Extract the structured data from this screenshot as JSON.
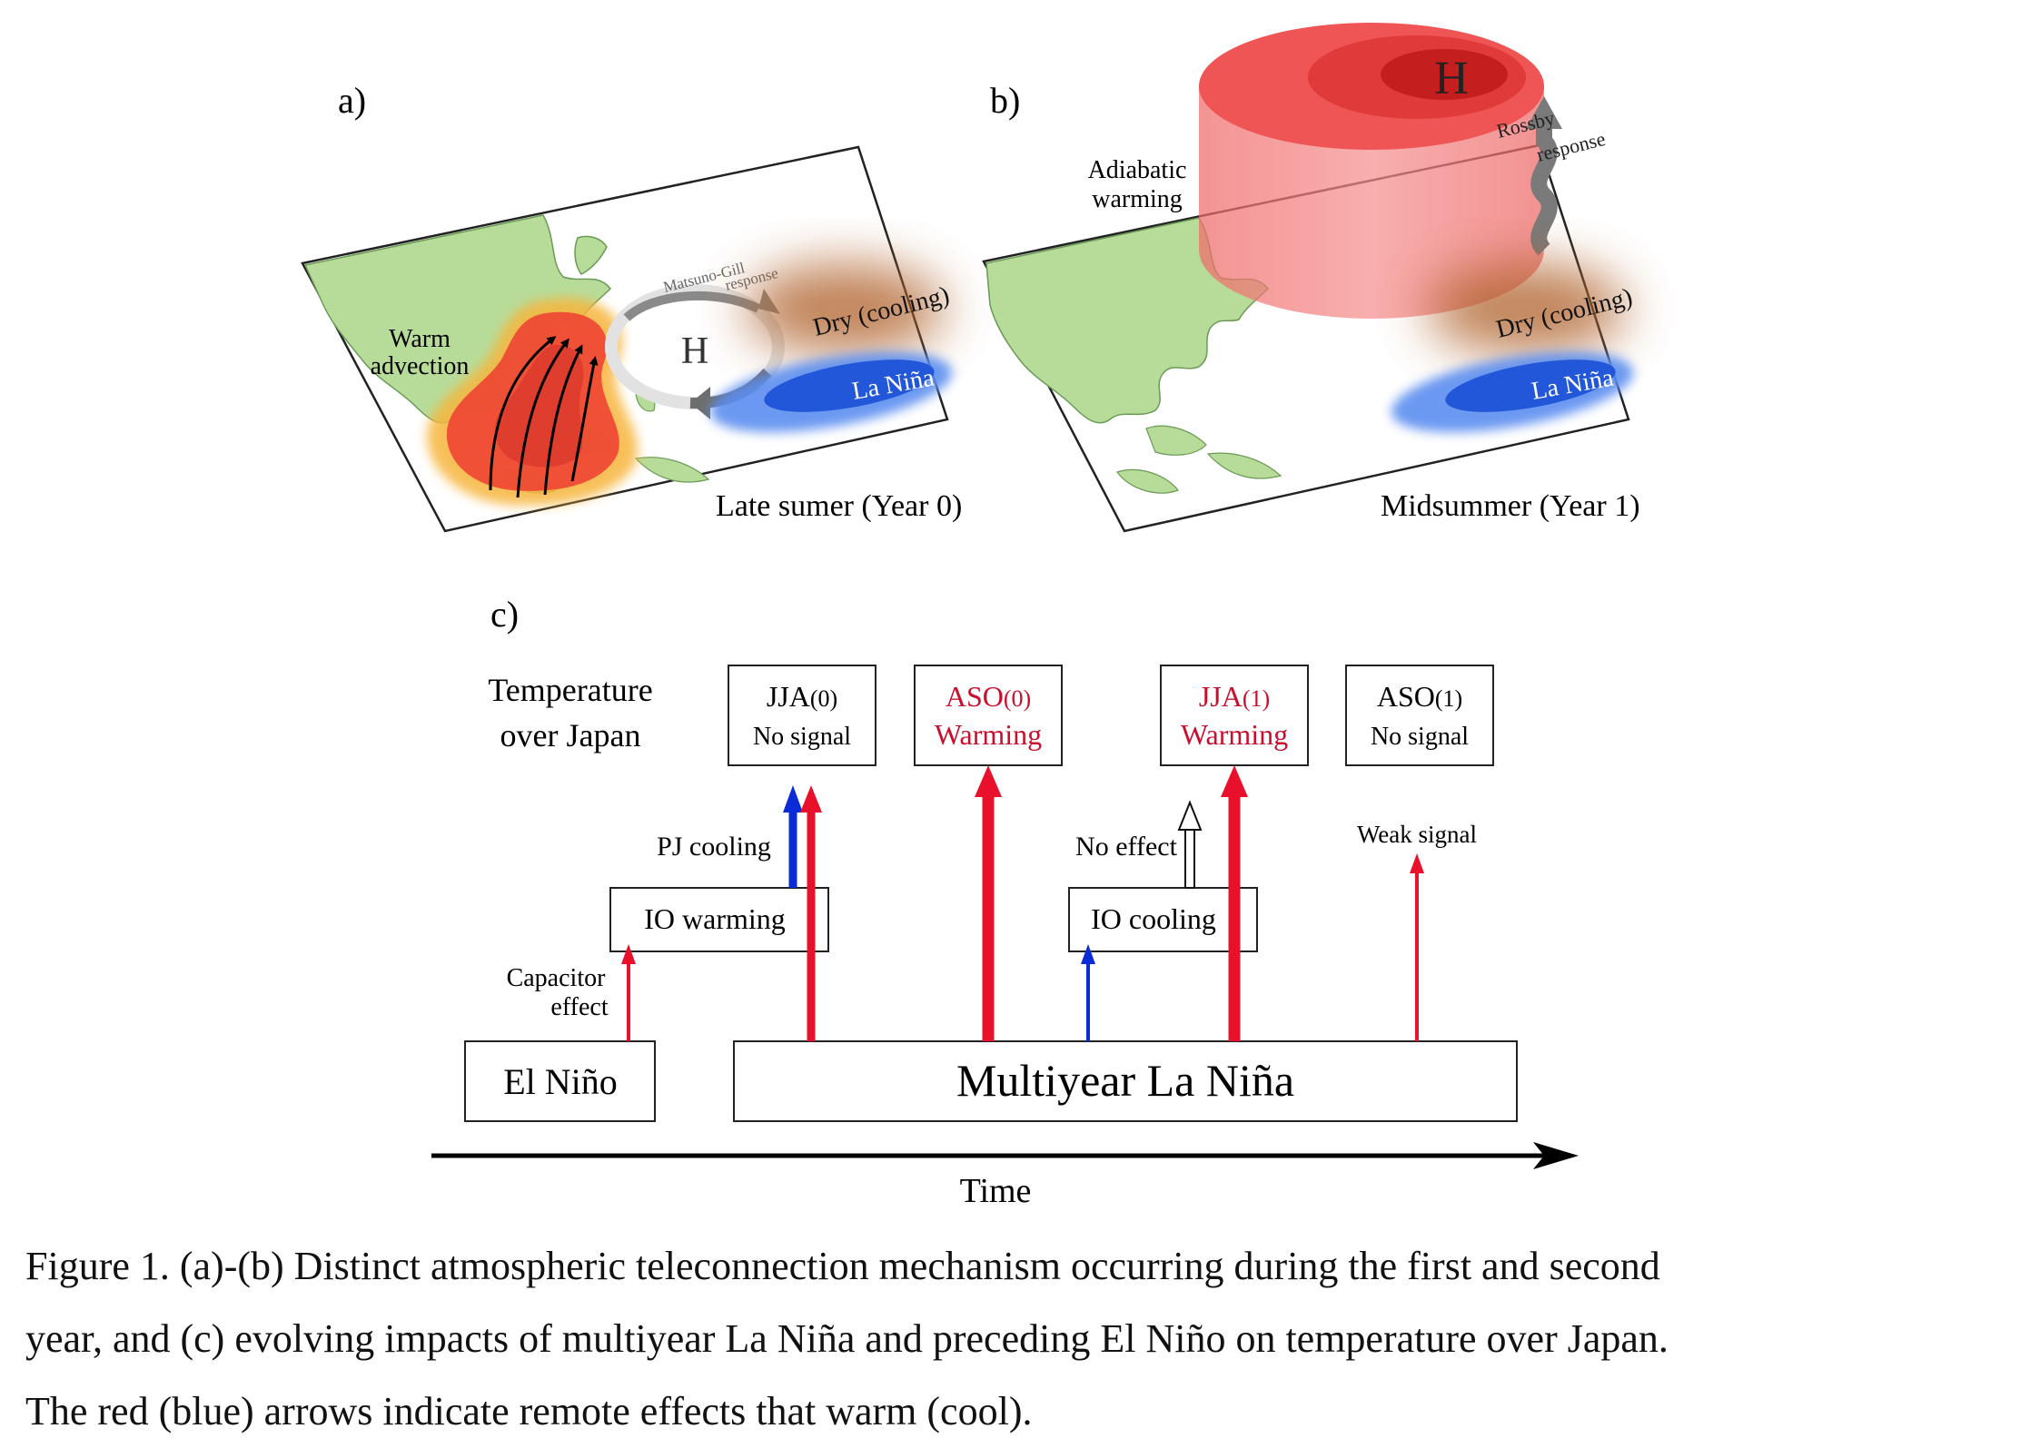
{
  "panel_a": {
    "label": "a)",
    "warm_advection": [
      "Warm",
      "advection"
    ],
    "high": "H",
    "matsuno_gill": [
      "Matsuno-Gill",
      "response"
    ],
    "dry": "Dry (cooling)",
    "la_nina": "La Niña",
    "season": "Late sumer (Year 0)"
  },
  "panel_b": {
    "label": "b)",
    "adiabatic": [
      "Adiabatic",
      "warming"
    ],
    "high": "H",
    "rossby": [
      "Rossby",
      "response"
    ],
    "dry": "Dry (cooling)",
    "la_nina": "La Niña",
    "season": "Midsummer (Year 1)"
  },
  "panel_c": {
    "label": "c)",
    "temperature_label": [
      "Temperature",
      "over Japan"
    ],
    "boxes": {
      "jja0": {
        "season": "JJA",
        "year": "(0)",
        "signal": "No signal"
      },
      "aso0": {
        "season": "ASO",
        "year": "(0)",
        "signal": "Warming"
      },
      "jja1": {
        "season": "JJA",
        "year": "(1)",
        "signal": "Warming"
      },
      "aso1": {
        "season": "ASO",
        "year": "(1)",
        "signal": "No signal"
      }
    },
    "pj_cooling": "PJ cooling",
    "io_warming": "IO warming",
    "capacitor": [
      "Capacitor",
      "effect"
    ],
    "no_effect": "No effect",
    "io_cooling": "IO cooling",
    "weak_signal": "Weak signal",
    "el_nino": "El Niño",
    "multiyear": "Multiyear La Niña",
    "time": "Time"
  },
  "colors": {
    "warm_arrow": "#e8102a",
    "cool_arrow": "#0b2bd6",
    "land": "#b7dc9a",
    "warming_text": "#c8102e"
  },
  "caption": [
    "Figure 1. (a)-(b) Distinct atmospheric teleconnection mechanism occurring during the first and second",
    "year, and (c) evolving impacts of multiyear La Niña and preceding El Niño on temperature over Japan.",
    "The red (blue) arrows indicate remote effects that warm (cool)."
  ]
}
